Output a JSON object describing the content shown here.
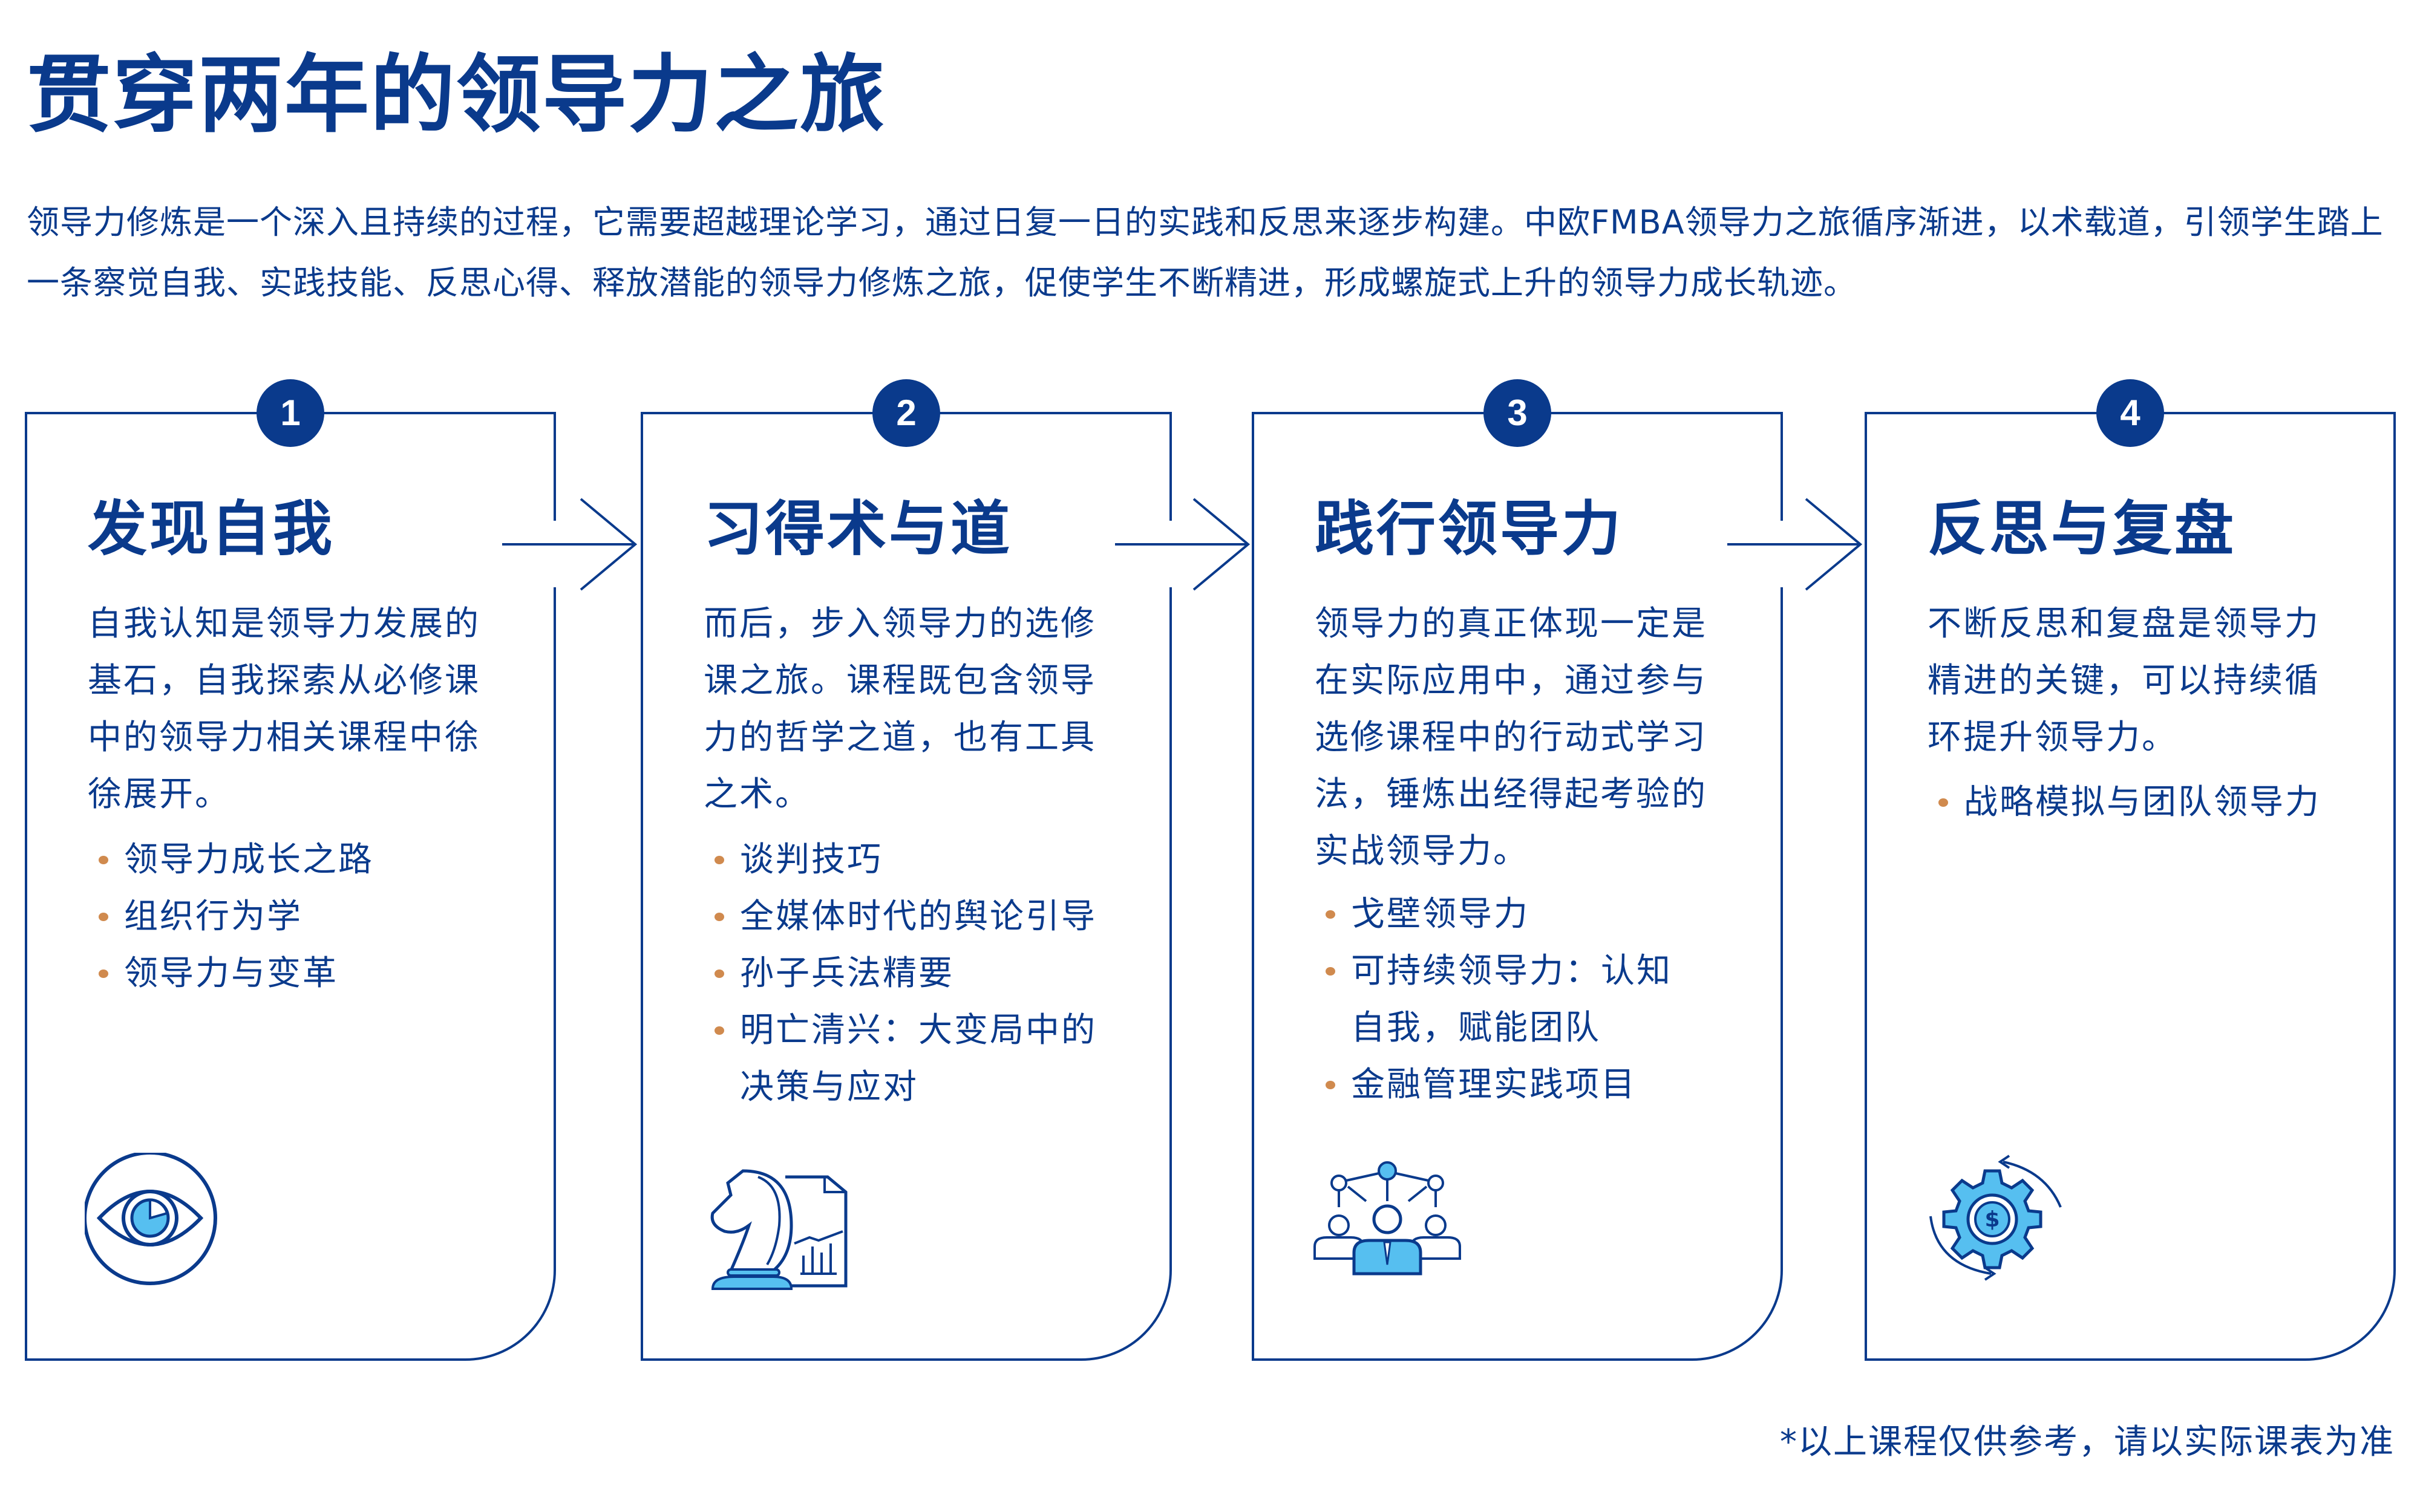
{
  "header": {
    "title": "贯穿两年的领导力之旅",
    "intro": "领导力修炼是一个深入且持续的过程，它需要超越理论学习，通过日复一日的实践和反思来逐步构建。中欧FMBA领导力之旅循序渐进，以术载道，引领学生踏上一条察觉自我、实践技能、反思心得、释放潜能的领导力修炼之旅，促使学生不断精进，形成螺旋式上升的领导力成长轨迹。"
  },
  "colors": {
    "primary": "#0a3a8c",
    "bullet": "#d08a4e",
    "icon_fill": "#56bff0",
    "background": "#ffffff"
  },
  "stages": [
    {
      "number": "1",
      "title": "发现自我",
      "description": "自我认知是领导力发展的基石，自我探索从必修课中的领导力相关课程中徐徐展开。",
      "courses": [
        "领导力成长之路",
        "组织行为学",
        "领导力与变革"
      ],
      "icon": "eye-icon"
    },
    {
      "number": "2",
      "title": "习得术与道",
      "description": "而后，步入领导力的选修课之旅。课程既包含领导力的哲学之道，也有工具之术。",
      "courses": [
        "谈判技巧",
        "全媒体时代的舆论引导",
        "孙子兵法精要",
        "明亡清兴：大变局中的决策与应对"
      ],
      "icon": "chess-knight-chart-icon"
    },
    {
      "number": "3",
      "title": "践行领导力",
      "description": "领导力的真正体现一定是在实际应用中，通过参与选修课程中的行动式学习法，锤炼出经得起考验的实战领导力。",
      "courses": [
        "戈壁领导力",
        "可持续领导力：认知自我，赋能团队",
        "金融管理实践项目"
      ],
      "icon": "team-network-icon"
    },
    {
      "number": "4",
      "title": "反思与复盘",
      "description": "不断反思和复盘是领导力精进的关键，可以持续循环提升领导力。",
      "courses": [
        "战略模拟与团队领导力"
      ],
      "icon": "gear-dollar-cycle-icon"
    }
  ],
  "footer": {
    "note": "*以上课程仅供参考，请以实际课表为准"
  }
}
